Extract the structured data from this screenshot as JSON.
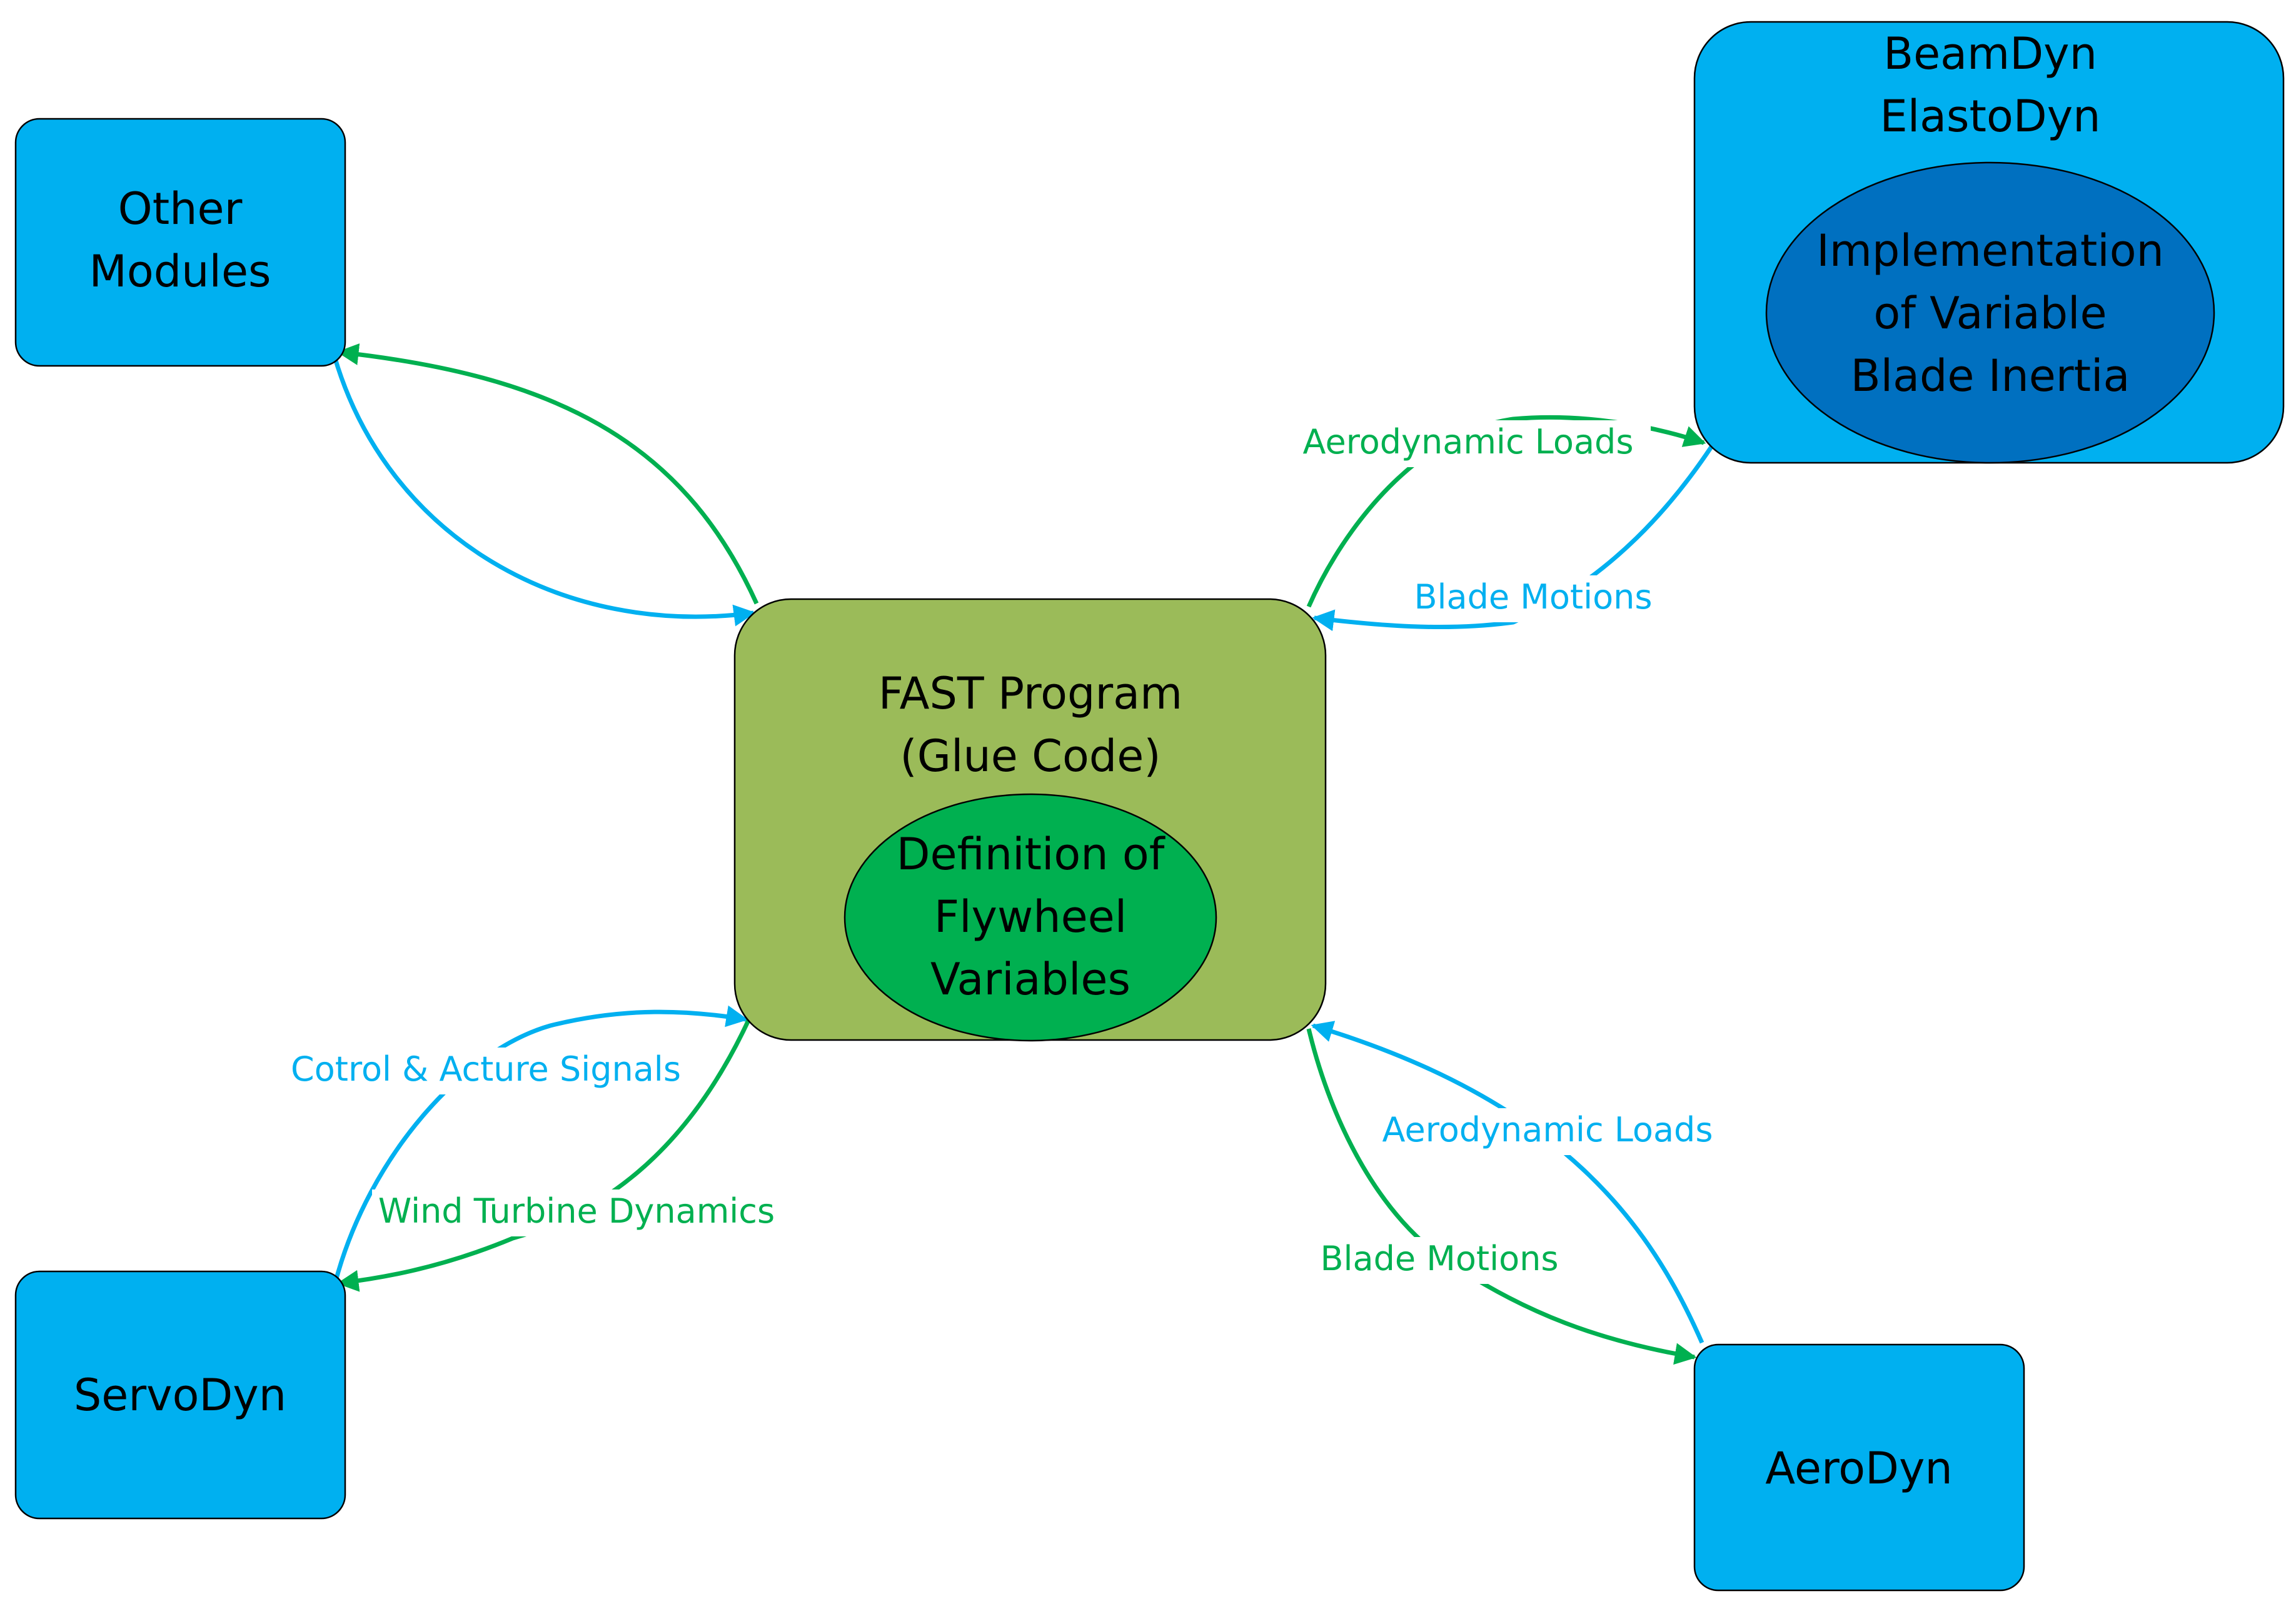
{
  "colors": {
    "module_fill": "#00b0f0",
    "fast_fill": "#9bbb59",
    "flywheel_fill": "#00b050",
    "inertia_fill": "#0070c0",
    "green_arrow": "#00b050",
    "blue_arrow": "#00b0f0",
    "outline": "#000000"
  },
  "nodes": {
    "other_modules": {
      "line1": "Other",
      "line2": "Modules"
    },
    "beam_elasto": {
      "line1": "BeamDyn",
      "line2": "ElastoDyn",
      "inner": {
        "line1": "Implementation",
        "line2": "of Variable",
        "line3": "Blade Inertia"
      }
    },
    "fast": {
      "line1": "FAST Program",
      "line2": "(Glue Code)",
      "inner": {
        "line1": "Definition of",
        "line2": "Flywheel",
        "line3": "Variables"
      }
    },
    "servodyn": {
      "label": "ServoDyn"
    },
    "aerodyn": {
      "label": "AeroDyn"
    }
  },
  "edge_labels": {
    "beam_aero_loads": "Aerodynamic Loads",
    "beam_blade_motions": "Blade Motions",
    "servo_control_signals": "Cotrol & Acture Signals",
    "servo_turbine_dynamics": "Wind Turbine Dynamics",
    "aero_aero_loads": "Aerodynamic Loads",
    "aero_blade_motions": "Blade Motions"
  }
}
